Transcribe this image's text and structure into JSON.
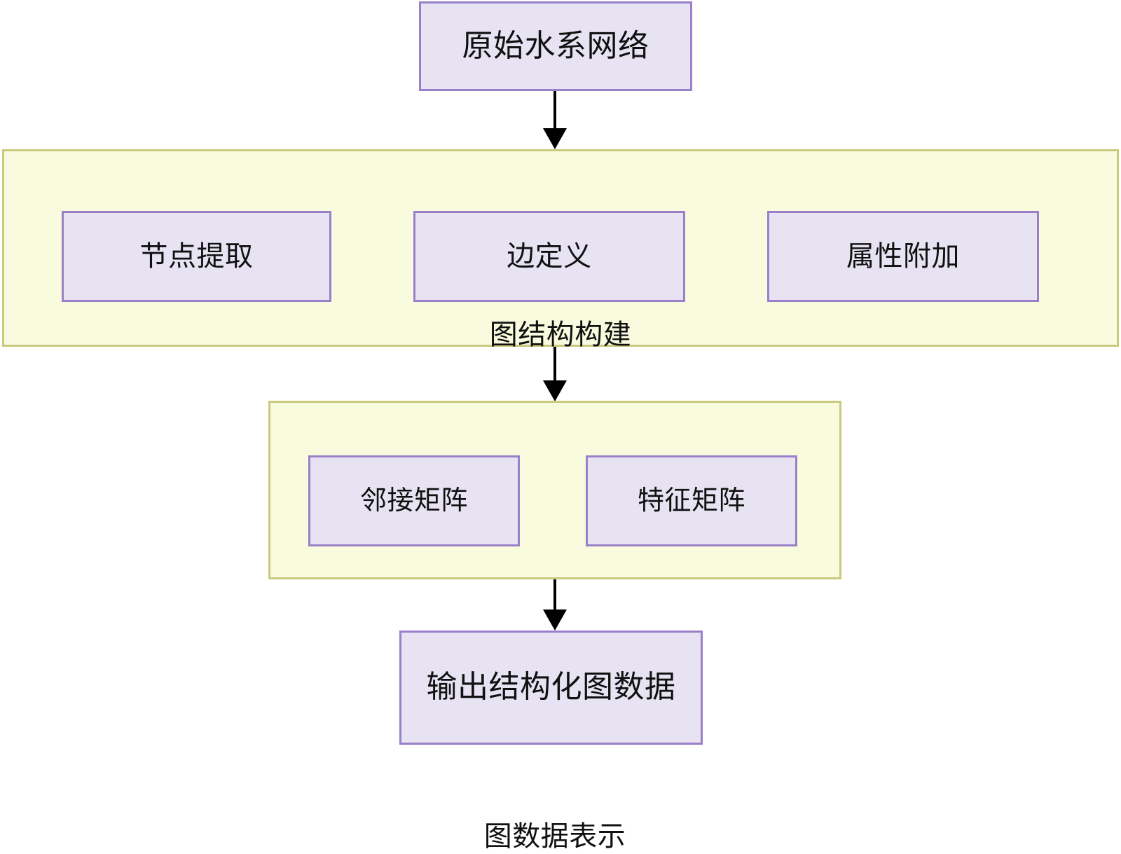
{
  "diagram": {
    "type": "flowchart",
    "direction": "top-to-bottom",
    "title": "",
    "colors": {
      "node_fill": "#E7E3F3",
      "node_border": "#9A80C8",
      "cluster_fill": "#F9FBDF",
      "cluster_border": "#C9C97F",
      "edge": "#000000",
      "text": "#111111",
      "background": "#FFFFFF"
    }
  },
  "nodes": {
    "source": {
      "label": "原始水系网络"
    },
    "node_extract": {
      "label": "节点提取"
    },
    "edge_define": {
      "label": "边定义"
    },
    "attr_attach": {
      "label": "属性附加"
    },
    "adj_matrix": {
      "label": "邻接矩阵"
    },
    "feat_matrix": {
      "label": "特征矩阵"
    },
    "output": {
      "label": "输出结构化图数据"
    }
  },
  "clusters": {
    "graph_build": {
      "label": "图结构构建",
      "members": [
        "节点提取",
        "边定义",
        "属性附加"
      ]
    },
    "graph_repr": {
      "label": "图数据表示",
      "members": [
        "邻接矩阵",
        "特征矩阵"
      ]
    }
  },
  "edges": [
    {
      "from": "原始水系网络",
      "to": "图结构构建",
      "label": "",
      "arrow": "arrowhead-down-icon"
    },
    {
      "from": "图结构构建",
      "to": "图数据表示",
      "label": "",
      "arrow": "arrowhead-down-icon"
    },
    {
      "from": "图数据表示",
      "to": "输出结构化图数据",
      "label": "",
      "arrow": "arrowhead-down-icon"
    }
  ]
}
